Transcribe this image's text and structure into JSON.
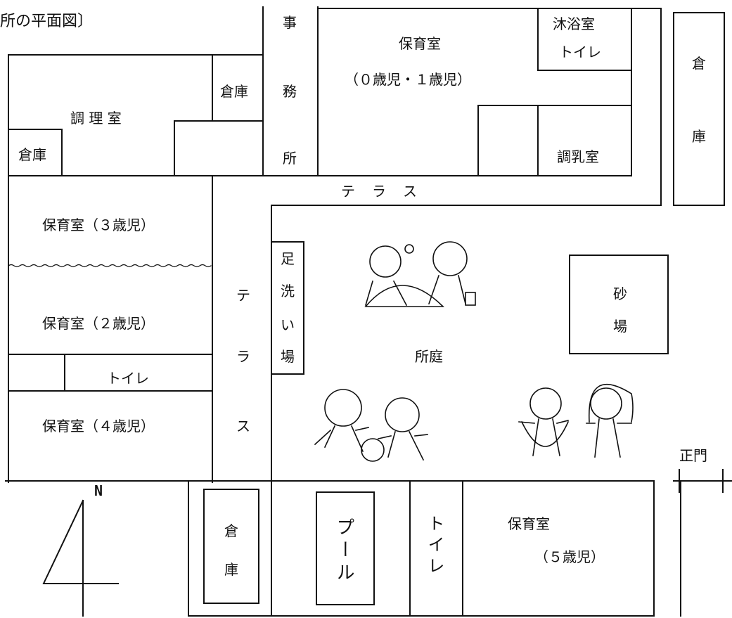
{
  "title": "所の平面図〕",
  "rooms": {
    "jimusho": [
      "事",
      "務",
      "所"
    ],
    "hoiku_01_name": "保育室",
    "hoiku_01_age": "（０歳児・１歳児）",
    "mokuyoku": "沐浴室",
    "toilet_top": "トイレ",
    "souko_right": [
      "倉",
      "庫"
    ],
    "souko_top": "倉庫",
    "chouri": "調 理 室",
    "souko_left": "倉庫",
    "chounyuu": "調乳室",
    "terrace_top": "テ　ラ　ス",
    "hoiku_3": "保育室（３歳児）",
    "hoiku_2": "保育室（２歳児）",
    "toilet_mid": "トイレ",
    "hoiku_4": "保育室（４歳児）",
    "terrace_side": [
      "テ",
      "ラ",
      "ス"
    ],
    "ashiarai": [
      "足",
      "洗",
      "い",
      "場"
    ],
    "sunaba": [
      "砂",
      "場"
    ],
    "shotei": "所庭",
    "seimon": "正門",
    "north": "N",
    "souko_bottom": [
      "倉",
      "庫"
    ],
    "pool": "プール",
    "toilet_bottom": "トイレ",
    "hoiku_5_name": "保育室",
    "hoiku_5_age": "（５歳児）"
  }
}
